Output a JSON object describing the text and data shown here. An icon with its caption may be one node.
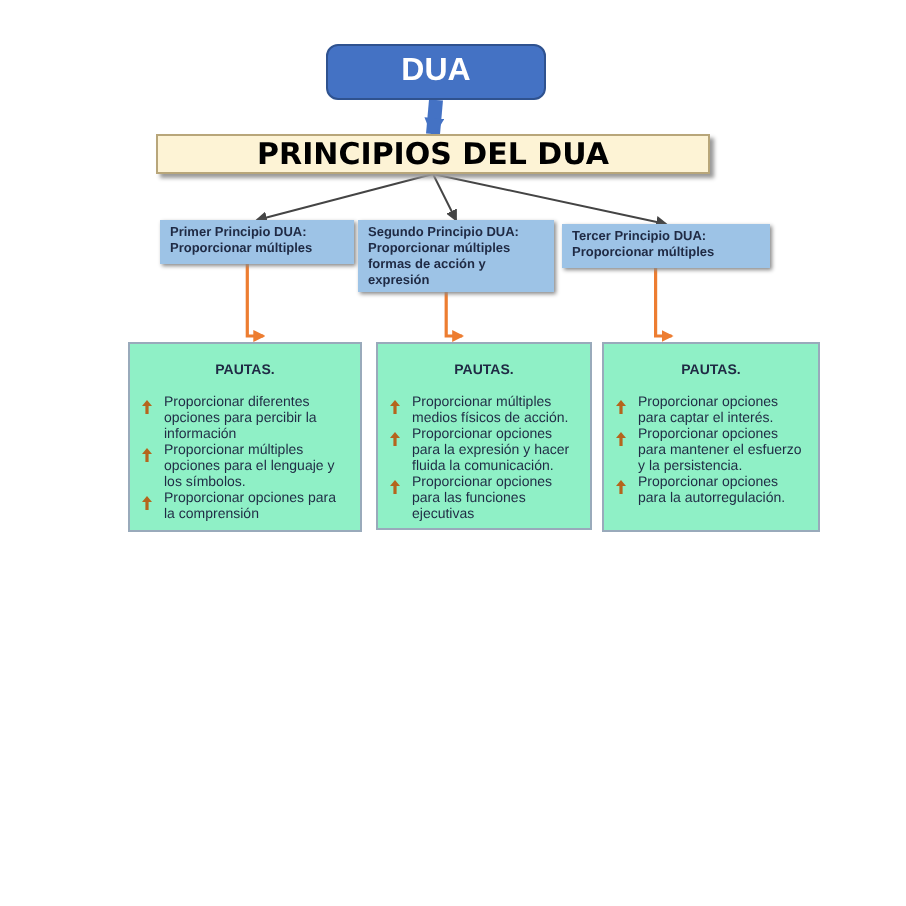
{
  "diagram": {
    "nodes": [
      {
        "text": [
          "DUA"
        ]
      },
      {
        "text": [
          "PRINCIPIOS DEL DUA"
        ]
      },
      {
        "text": [
          "Primer Principio DUA: Proporcionar múltiples"
        ]
      },
      {
        "text": [
          "Segundo Principio DUA: Proporcionar múltiples formas de acción y expresión"
        ]
      },
      {
        "text": [
          "Tercer Principio DUA: Proporcionar múltiples"
        ]
      },
      {
        "text": [
          "PAUTAS.",
          "Proporcionar diferentes opciones para percibir la información",
          "Proporcionar múltiples opciones para el lenguaje y los símbolos.",
          "Proporcionar opciones para la comprensión"
        ]
      },
      {
        "text": [
          "PAUTAS.",
          "Proporcionar múltiples medios físicos de acción.",
          "Proporcionar opciones para la expresión y hacer fluida la comunicación.",
          "Proporcionar opciones para las funciones ejecutivas"
        ]
      },
      {
        "text": [
          "PAUTAS.",
          "Proporcionar opciones para captar el interés.",
          "Proporcionar opciones para mantener el esfuerzo y la persistencia.",
          "Proporcionar opciones para la autorregulación."
        ]
      }
    ],
    "edges": [
      {
        "from": 0,
        "to": 1,
        "arrow": "to",
        "style": "thick",
        "color": "#4472c4"
      },
      {
        "from": 1,
        "to": 2,
        "arrow": "to"
      },
      {
        "from": 1,
        "to": 3,
        "arrow": "to"
      },
      {
        "from": 1,
        "to": 4,
        "arrow": "to"
      },
      {
        "from": 2,
        "to": 5,
        "arrow": "to",
        "color": "#ed7d31"
      },
      {
        "from": 3,
        "to": 6,
        "arrow": "to",
        "color": "#ed7d31"
      },
      {
        "from": 4,
        "to": 7,
        "arrow": "to",
        "color": "#ed7d31"
      }
    ]
  }
}
